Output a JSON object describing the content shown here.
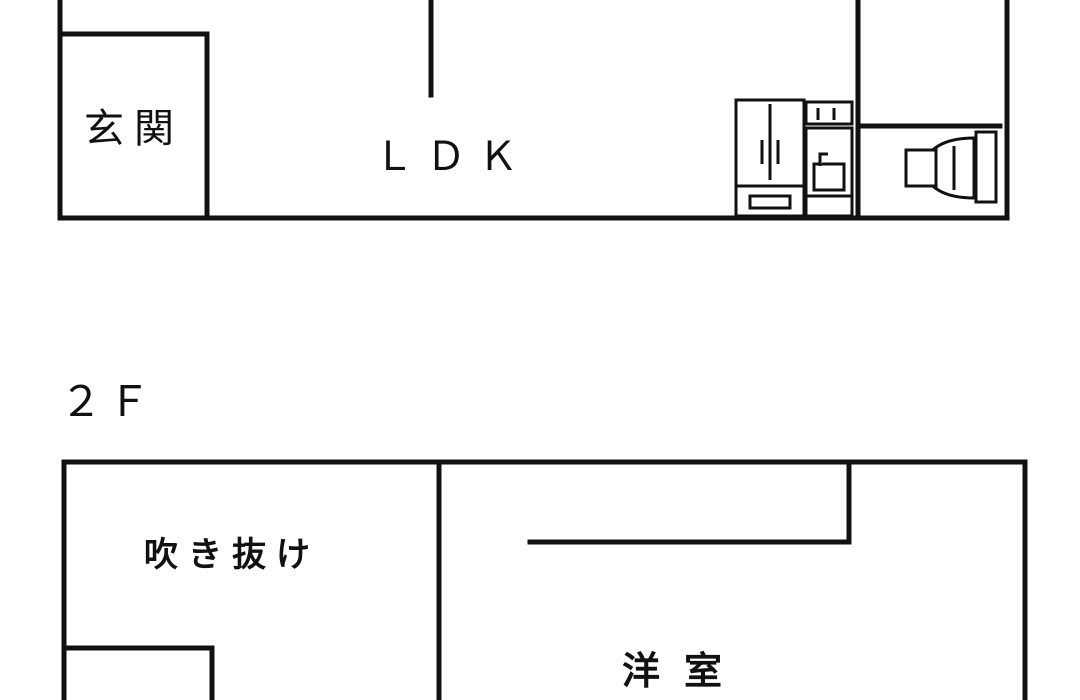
{
  "floor1": {
    "rooms": {
      "entrance": "玄関",
      "ldk": "ＬＤＫ"
    },
    "fixtures": [
      "refrigerator-icon",
      "kitchen-sink-icon",
      "toilet-icon"
    ]
  },
  "floor2": {
    "heading": "２Ｆ",
    "rooms": {
      "void": "吹き抜け",
      "western_room": "洋室"
    }
  },
  "colors": {
    "wall": "#111111",
    "background": "#ffffff"
  }
}
